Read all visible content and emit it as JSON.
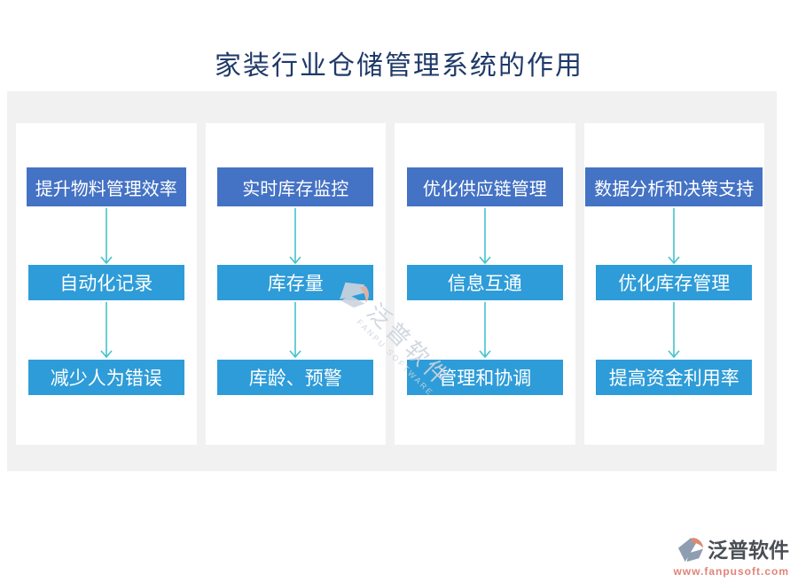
{
  "title": "家装行业仓储管理系统的作用",
  "colors": {
    "title_color": "#1F3A68",
    "primary_box": "#4472C4",
    "secondary_box": "#2E9CD8",
    "arrow_color": "#45C2CC",
    "band_bg": "#F1F1F1",
    "card_bg": "#FFFFFF",
    "wm_grey": "#CDD4DE",
    "wm_salmon": "#EFB4A1",
    "logo_grey": "#8E9DB2",
    "logo_salmon": "#DD8A70",
    "logo_text": "#4A4E55",
    "logo_url": "#E08478"
  },
  "columns": [
    {
      "steps": [
        "提升物料管理效率",
        "自动化记录",
        "减少人为错误"
      ]
    },
    {
      "steps": [
        "实时库存监控",
        "库存量",
        "库龄、预警"
      ]
    },
    {
      "steps": [
        "优化供应链管理",
        "信息互通",
        "管理和协调"
      ]
    },
    {
      "steps": [
        "数据分析和决策支持",
        "优化库存管理",
        "提高资金利用率"
      ]
    }
  ],
  "watermark": {
    "brand": "泛普软件",
    "brand_en": "FANPU SOFTWARE"
  },
  "footer_logo": {
    "brand": "泛普软件",
    "url": "www.fanpusoft.com"
  }
}
